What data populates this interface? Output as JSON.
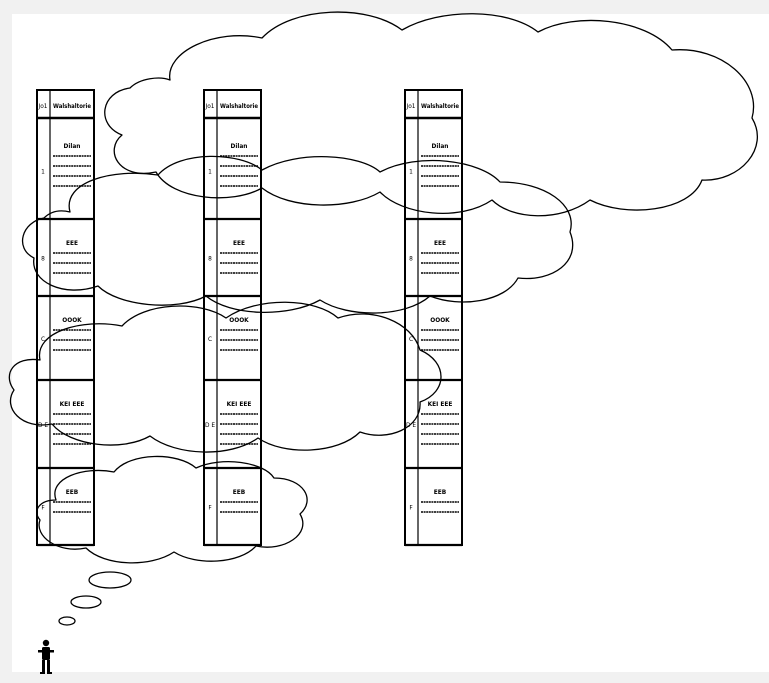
{
  "figure": {
    "colors": {
      "ink": "#000000",
      "paper": "#ffffff",
      "background": "#ececec"
    },
    "character_icon": "standing-person-icon",
    "table_columns": [
      {
        "header_code": "Jo1",
        "header_title": "Walshaltorie",
        "rows": [
          {
            "key": "1",
            "block_title": "Dilan",
            "lines": 4
          },
          {
            "key": "8",
            "block_title": "EEE",
            "lines": 3
          },
          {
            "key": "C",
            "block_title": "OOOK",
            "lines": 3
          },
          {
            "key": "D  E",
            "block_title": "KEI   EEE",
            "lines": 4
          },
          {
            "key": "F",
            "block_title": "EEB",
            "lines": 2
          }
        ]
      },
      {
        "header_code": "Jo1",
        "header_title": "Walshaltorie",
        "rows": [
          {
            "key": "1",
            "block_title": "Dilan",
            "lines": 4
          },
          {
            "key": "8",
            "block_title": "EEE",
            "lines": 3
          },
          {
            "key": "C",
            "block_title": "OOOK",
            "lines": 3
          },
          {
            "key": "D  E",
            "block_title": "KEI   EEE",
            "lines": 4
          },
          {
            "key": "F",
            "block_title": "EEB",
            "lines": 2
          }
        ]
      },
      {
        "header_code": "Jo1",
        "header_title": "Walshaltorie",
        "rows": [
          {
            "key": "1",
            "block_title": "Dilan",
            "lines": 4
          },
          {
            "key": "8",
            "block_title": "EEE",
            "lines": 3
          },
          {
            "key": "C",
            "block_title": "OOOK",
            "lines": 3
          },
          {
            "key": "D  E",
            "block_title": "KEI   EEE",
            "lines": 4
          },
          {
            "key": "F",
            "block_title": "EEB",
            "lines": 2
          }
        ]
      }
    ]
  }
}
